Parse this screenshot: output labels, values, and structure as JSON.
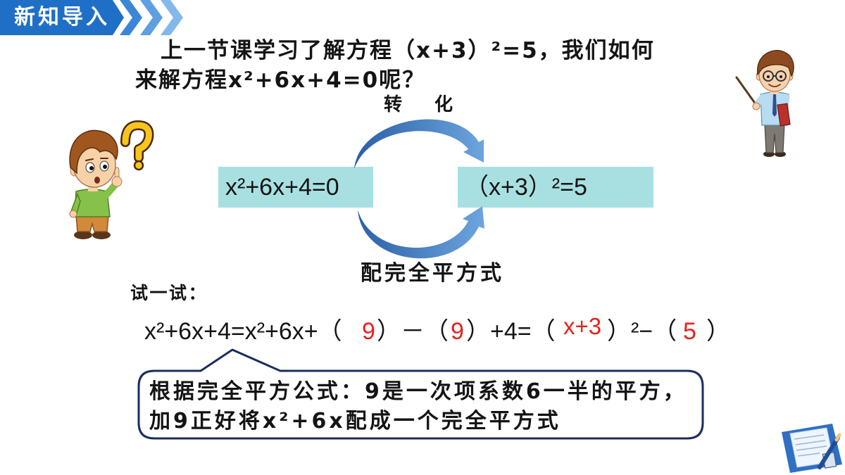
{
  "header": {
    "title": "新知导入"
  },
  "intro": {
    "line1": "上一节课学习了解方程（x+3）²=5，我们如何",
    "line2": "来解方程x²+6x+4=0呢？"
  },
  "diagram": {
    "top_label": "转　化",
    "left_equation": "x²+6x+4=0",
    "right_equation": "（x+3）²=5",
    "bottom_label": "配完全平方式"
  },
  "try_it": {
    "label": "试一试：",
    "equation_parts": [
      "x²+6x+4=x²+6x+（",
      "）－（",
      "）+4=（",
      "）²−（",
      "）"
    ],
    "answers": [
      "9",
      "9",
      "x+3",
      "5"
    ]
  },
  "callout": {
    "line1": "根据完全平方公式：9是一次项系数6一半的平方，",
    "line2": "加9正好将x²+6x配成一个完全平方式"
  },
  "icons": {
    "header": "chevron-right-icon",
    "student": "boy-thinking-with-question-mark",
    "teacher": "teacher-with-pointer",
    "corner": "study-notebook-icon",
    "arrows": "curved-arrow-icon"
  },
  "colors": {
    "header_blue": "#1f6fc6",
    "equation_box": "#a8e0e2",
    "arrow_dark": "#2a5fa6",
    "arrow_light": "#6ea6de",
    "answer_red": "#e3231c",
    "callout_border": "#1c2d5e"
  }
}
